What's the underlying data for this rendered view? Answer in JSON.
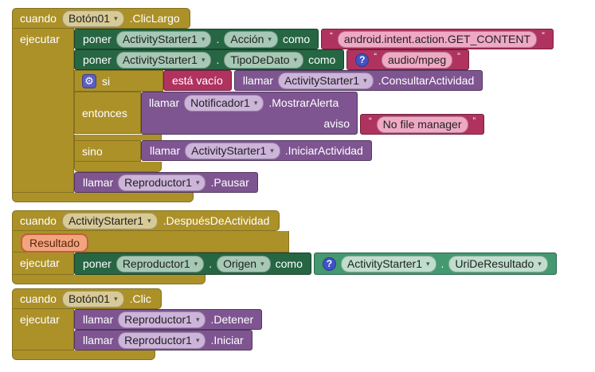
{
  "labels": {
    "when": "cuando",
    "do": "ejecutar",
    "set": "poner",
    "call": "llamar",
    "to": "como",
    "if": "si",
    "then": "entonces",
    "else": "sino",
    "dot": ".",
    "open_quote": "“",
    "close_quote": "”",
    "dropdown_arrow": "▾",
    "gear_glyph": "⚙",
    "help_glyph": "?"
  },
  "block1": {
    "component": "Botón01",
    "event": ".ClicLargo",
    "set_action": {
      "component": "ActivityStarter1",
      "property": "Acción",
      "value": "android.intent.action.GET_CONTENT"
    },
    "set_datatype": {
      "component": "ActivityStarter1",
      "property": "TipoDeDato",
      "value": "audio/mpeg"
    },
    "if_condition": {
      "empty_check": "está vacío",
      "component": "ActivityStarter1",
      "method": ".ConsultarActividad"
    },
    "then_call": {
      "component": "Notificador1",
      "method": ".MostrarAlerta",
      "arg_label": "aviso",
      "arg_value": "No file manager"
    },
    "else_call": {
      "component": "ActivityStarter1",
      "method": ".IniciarActividad"
    },
    "pause_call": {
      "component": "Reproductor1",
      "method": ".Pausar"
    }
  },
  "block2": {
    "component": "ActivityStarter1",
    "event": ".DespuésDeActividad",
    "param": "Resultado",
    "set_source": {
      "component": "Reproductor1",
      "property": "Origen"
    },
    "value_getter": {
      "component": "ActivityStarter1",
      "property": "UriDeResultado"
    }
  },
  "block3": {
    "component": "Botón01",
    "event": ".Clic",
    "stop_call": {
      "component": "Reproductor1",
      "method": ".Detener"
    },
    "start_call": {
      "component": "Reproductor1",
      "method": ".Iniciar"
    }
  },
  "colors": {
    "event_gold": "#AC9129",
    "setter_green": "#266643",
    "getter_green": "#439970",
    "method_purple": "#7E5591",
    "text_magenta": "#B0335F",
    "param_badge": "#F2A47E",
    "mutator_blue": "#5B5FC0",
    "help_blue": "#4153C6",
    "workspace_bg": "#FFFFFF"
  }
}
